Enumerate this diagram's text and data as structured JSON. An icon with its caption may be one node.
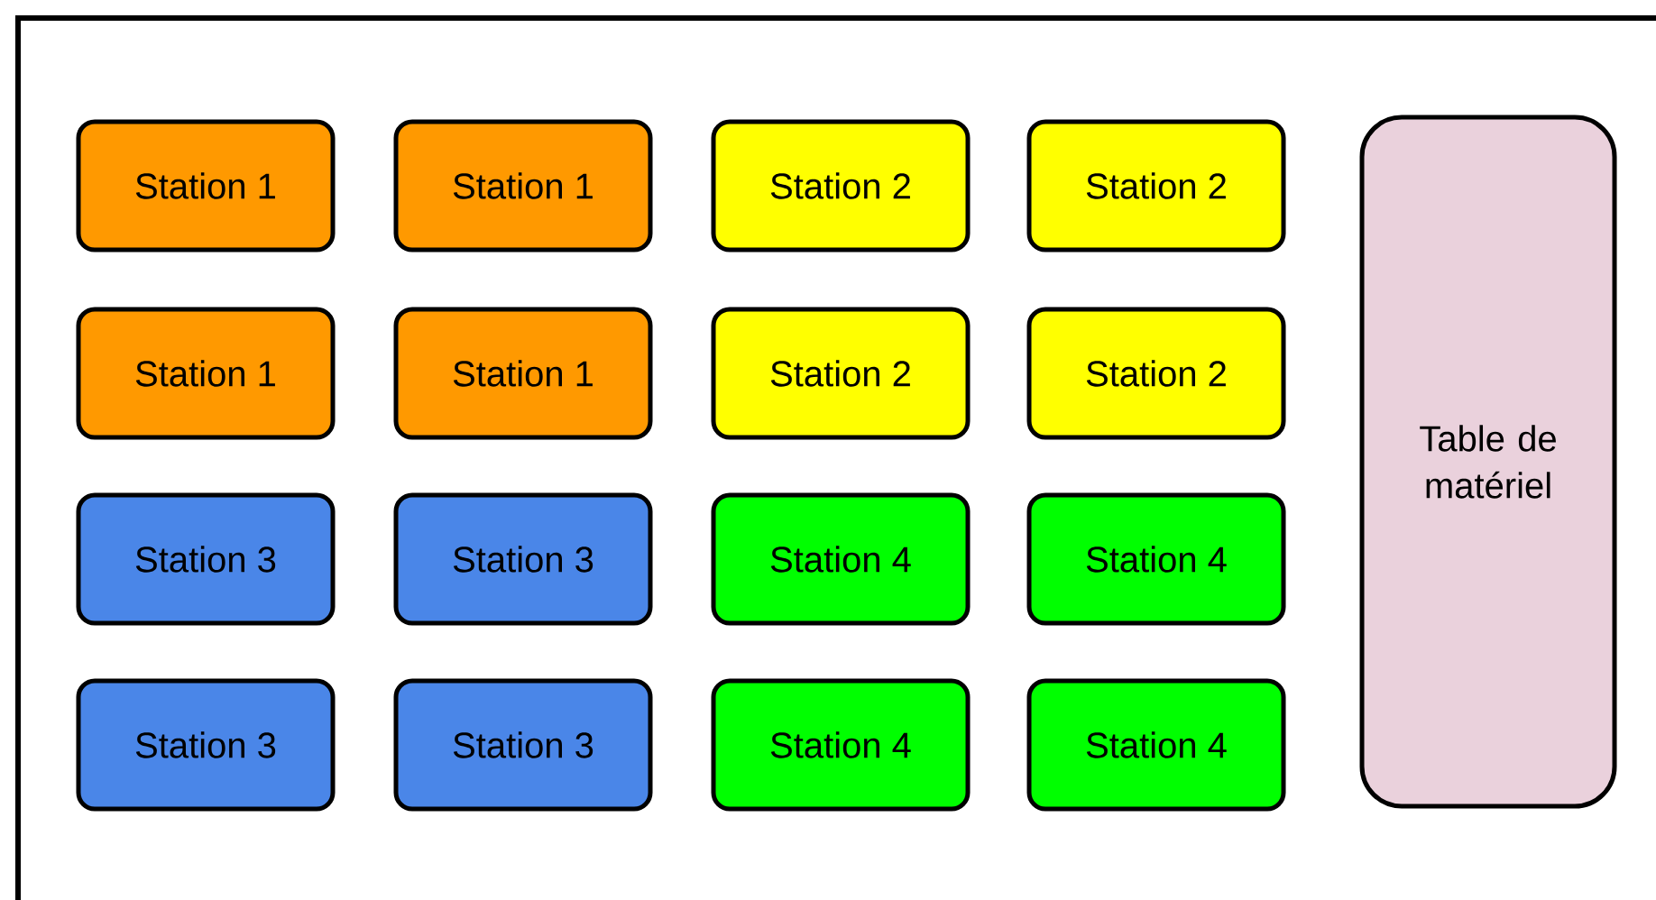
{
  "diagram": {
    "nodes": [
      {
        "text": [
          "Station 1"
        ]
      },
      {
        "text": [
          "Station 1"
        ]
      },
      {
        "text": [
          "Station 2"
        ]
      },
      {
        "text": [
          "Station 2"
        ]
      },
      {
        "text": [
          "Station 1"
        ]
      },
      {
        "text": [
          "Station 1"
        ]
      },
      {
        "text": [
          "Station 2"
        ]
      },
      {
        "text": [
          "Station 2"
        ]
      },
      {
        "text": [
          "Station 3"
        ]
      },
      {
        "text": [
          "Station 3"
        ]
      },
      {
        "text": [
          "Station 4"
        ]
      },
      {
        "text": [
          "Station 4"
        ]
      },
      {
        "text": [
          "Station 3"
        ]
      },
      {
        "text": [
          "Station 3"
        ]
      },
      {
        "text": [
          "Station 4"
        ]
      },
      {
        "text": [
          "Station 4"
        ]
      },
      {
        "text": [
          "Table de matériel"
        ]
      }
    ]
  }
}
